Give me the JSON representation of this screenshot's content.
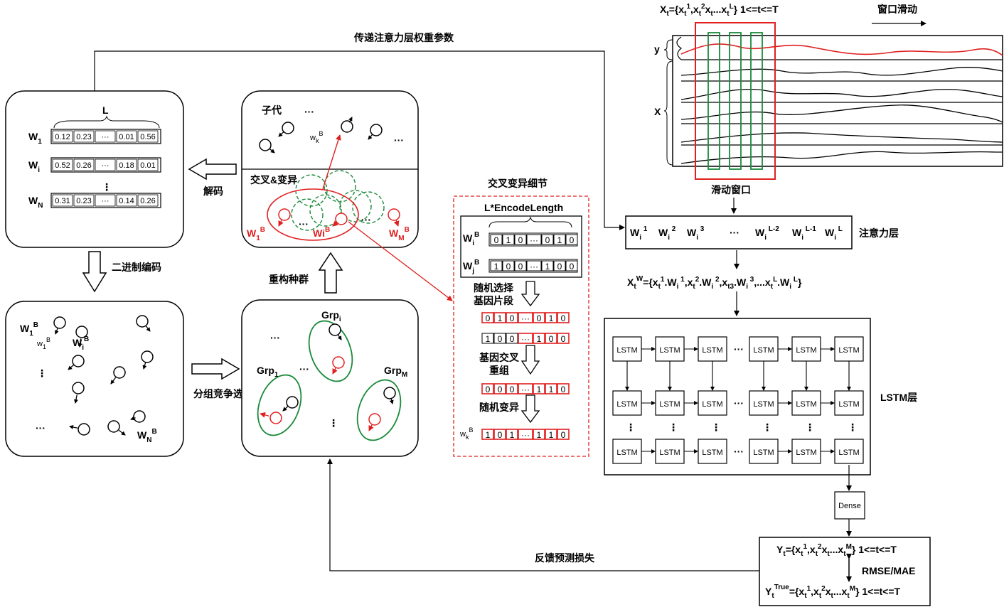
{
  "colors": {
    "red": "#e02020",
    "green": "#1a8a3a",
    "black": "#000000"
  },
  "top_feedback_label": "传递注意力层权重参数",
  "bottom_feedback_label": "反馈预测损失",
  "decode_label": "解码",
  "binary_encode_label": "二进制编码",
  "group_select_label": "分组竞争选择",
  "rebuild_label": "重构种群",
  "weights_box": {
    "L_label": "L",
    "rows": [
      {
        "name": "W",
        "sub": "1",
        "cells": [
          "0.12",
          "0.23",
          "···",
          "0.01",
          "0.56"
        ]
      },
      {
        "name": "W",
        "sub": "i",
        "cells": [
          "0.52",
          "0.26",
          "···",
          "0.18",
          "0.01"
        ]
      },
      {
        "name": "W",
        "sub": "N",
        "cells": [
          "0.31",
          "0.23",
          "···",
          "0.14",
          "0.26"
        ]
      }
    ],
    "vdots": "⋮"
  },
  "population_box": {
    "w1b": "W",
    "w1b_sup": "B",
    "w1b_sub": "1",
    "w1b2": "w",
    "w1b2_sub": "1",
    "w1b2_sup": "B",
    "wib": "W",
    "wib_sub": "i",
    "wib_sup": "B",
    "wnb": "W",
    "wnb_sub": "N",
    "wnb_sup": "B",
    "dots": "···",
    "vdots": "⋮"
  },
  "group_box": {
    "grp_i": "Grp",
    "grp_i_sub": "i",
    "grp_1": "Grp",
    "grp_1_sub": "1",
    "grp_m": "Grp",
    "grp_m_sub": "M",
    "dots": "···",
    "vdots": "⋮"
  },
  "offspring_box": {
    "offspring_label": "子代",
    "wk": "w",
    "wk_sub": "k",
    "wk_sup": "B",
    "dots": "···",
    "cross_label": "交叉&变异",
    "w1": "W",
    "w1_sub": "1",
    "w1_sup": "B",
    "wi": "Wi",
    "wi_sup": "B",
    "wm": "W",
    "wm_sub": "M",
    "wm_sup": "B"
  },
  "crossover_detail": {
    "title": "交叉变异细节",
    "encode_label": "L*EncodeLength",
    "wi": "W",
    "wi_sub": "i",
    "wi_sup": "B",
    "wj": "W",
    "wj_sub": "j",
    "wj_sup": "B",
    "row_i": [
      "0",
      "1",
      "0",
      "···",
      "0",
      "1",
      "0"
    ],
    "row_j": [
      "1",
      "0",
      "0",
      "···",
      "1",
      "0",
      "0"
    ],
    "step1_l1": "随机选择",
    "step1_l2": "基因片段",
    "sel_i": [
      "0",
      "1",
      "0",
      "···",
      "0",
      "1",
      "0"
    ],
    "sel_j": [
      "1",
      "0",
      "0",
      "···",
      "1",
      "0",
      "0"
    ],
    "step2_l1": "基因交叉",
    "step2_l2": "重组",
    "recomb": [
      "0",
      "0",
      "0",
      "···",
      "1",
      "1",
      "0"
    ],
    "step3": "随机变异",
    "wk": "w",
    "wk_sub": "k",
    "wk_sup": "B",
    "mutated": [
      "1",
      "0",
      "1",
      "···",
      "1",
      "1",
      "0"
    ]
  },
  "timeseries": {
    "formula": "X",
    "formula_sub": "t",
    "formula_rest": "={x",
    "formula_tail": "} 1<=t<=T",
    "window_slide": "窗口滑动",
    "y_label": "y",
    "x_label": "X",
    "sliding_window": "滑动窗口"
  },
  "attention": {
    "label": "注意力层",
    "wi": "W",
    "wi_sub": "i",
    "sups": [
      "1",
      "2",
      "3",
      "L-2",
      "L-1",
      "L"
    ],
    "dots": "···",
    "xw_formula": "={x"
  },
  "lstm": {
    "label": "LSTM层",
    "cell": "LSTM",
    "dots": "···",
    "vdots": "⋮",
    "dense": "Dense"
  },
  "output": {
    "yt": "Y",
    "yt_sub": "t",
    "metric": "RMSE/MAE",
    "ytrue_sup": "True"
  }
}
